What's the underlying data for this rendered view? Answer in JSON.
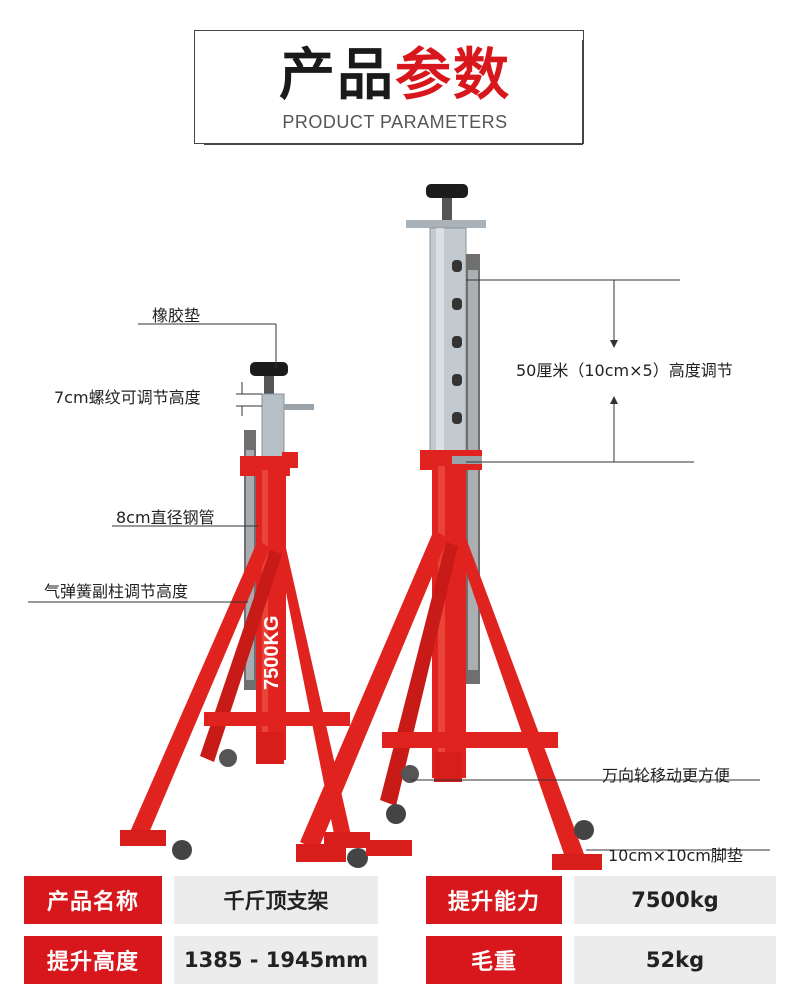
{
  "header": {
    "title_part1": "产品",
    "title_part2": "参数",
    "subtitle": "PRODUCT PARAMETERS"
  },
  "annotations": {
    "rubber_pad": "橡胶垫",
    "thread_adjust": "7cm螺纹可调节高度",
    "steel_tube": "8cm直径钢管",
    "gas_spring": "气弹簧副柱调节高度",
    "height_adjust": "50厘米（10cm×5）高度调节",
    "casters": "万向轮移动更方便",
    "foot_pad": "10cm×10cm脚垫"
  },
  "product_label": "7500KG",
  "specs": [
    {
      "label": "产品名称",
      "value": "千斤顶支架"
    },
    {
      "label": "提升能力",
      "value": "7500kg"
    },
    {
      "label": "提升高度",
      "value": "1385 - 1945mm"
    },
    {
      "label": "毛重",
      "value": "52kg"
    }
  ],
  "colors": {
    "accent": "#d8171c",
    "stand_red": "#e0231f",
    "cell_gray": "#ececec"
  }
}
